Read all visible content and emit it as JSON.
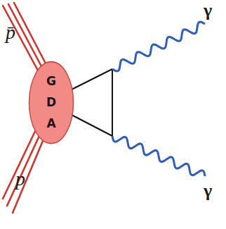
{
  "diagram": {
    "nodes": [
      {
        "text": [
          "GDA"
        ]
      }
    ],
    "labels": [
      "p̄",
      "p",
      "γ",
      "γ"
    ]
  }
}
